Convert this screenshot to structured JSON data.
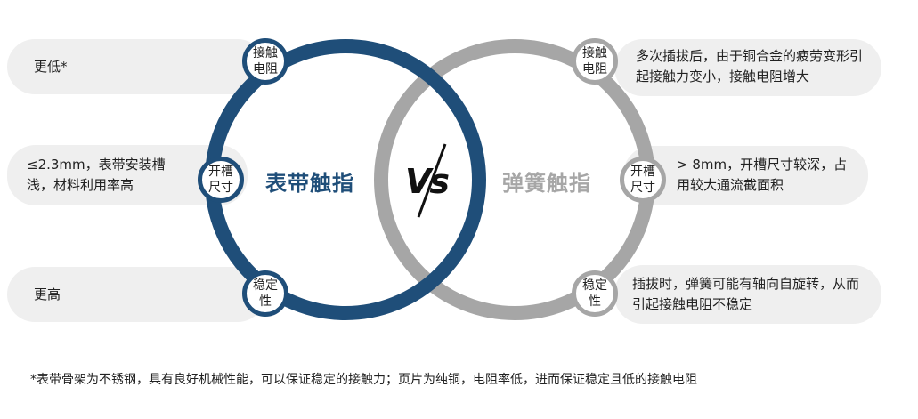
{
  "left": {
    "title": "表带触指",
    "color": "#1f4e79",
    "nodes": [
      "接触电阻",
      "开槽尺寸",
      "稳定性"
    ],
    "texts": [
      "更低*",
      "≤2.3mm，表带安装槽浅，材料利用率高",
      "更高"
    ]
  },
  "right": {
    "title": "弹簧触指",
    "color": "#a6a6a6",
    "nodes": [
      "接触电阻",
      "开槽尺寸",
      "稳定性"
    ],
    "texts": [
      "多次插拔后，由于铜合金的疲劳变形引起接触力变小，接触电阻增大",
      "> 8mm，开槽尺寸较深，占用较大通流截面积",
      "插拔时，弹簧可能有轴向自旋转，从而引起接触电阻不稳定"
    ]
  },
  "vs": "Vs",
  "footnote": "*表带骨架为不锈钢，具有良好机械性能，可以保证稳定的接触力；页片为纯铜，电阻率低，进而保证稳定且低的接触电阻"
}
